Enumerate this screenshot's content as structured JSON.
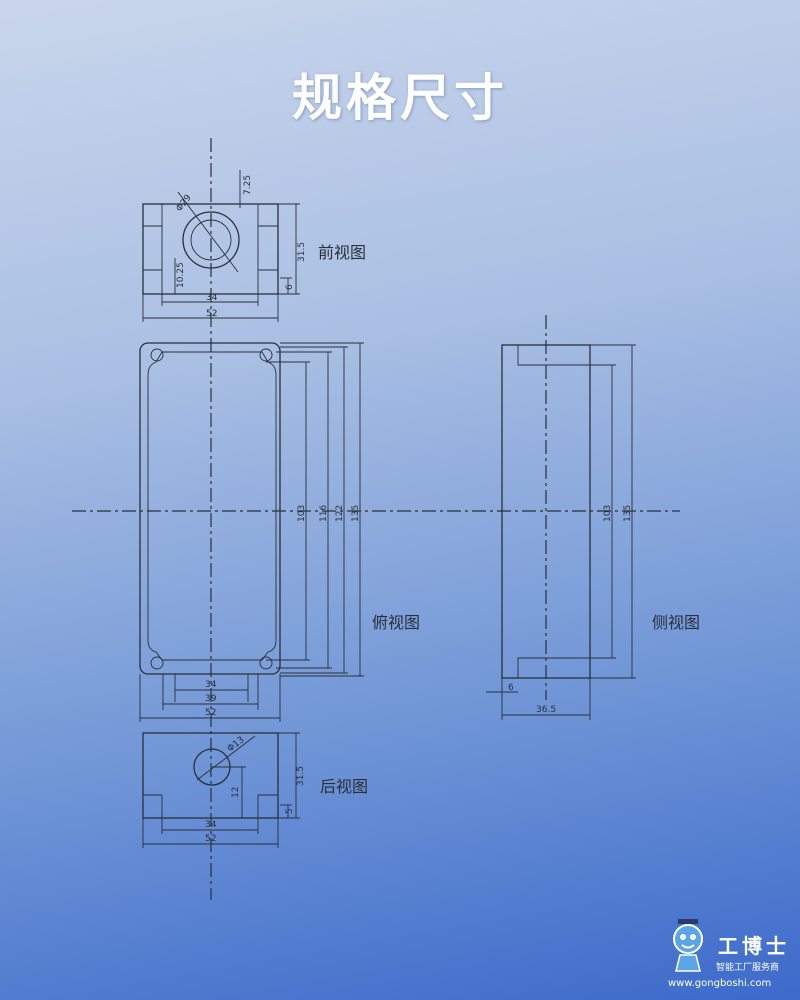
{
  "title": "规格尺寸",
  "views": {
    "front": "前视图",
    "top": "俯视图",
    "side": "侧视图",
    "back": "后视图"
  },
  "dimensions": {
    "front": {
      "hole_dia": "Φ29",
      "top_offset": "7.25",
      "height": "31.5",
      "hole_center": "10.25",
      "offset": "6",
      "inner_width": "34",
      "width": "52"
    },
    "top": {
      "d1": "103",
      "d2": "116",
      "d3": "122",
      "d4": "135",
      "w1": "34",
      "w2": "39",
      "w3": "52"
    },
    "side": {
      "d1": "103",
      "d2": "135",
      "t": "6",
      "depth": "36.5"
    },
    "back": {
      "hole_dia": "Φ13",
      "height": "31.5",
      "hole_center": "12",
      "offset": "5",
      "inner_width": "34",
      "width": "52"
    }
  },
  "logo": {
    "name": "工博士",
    "subtitle": "智能工厂服务商",
    "url": "www.gongboshi.com"
  }
}
